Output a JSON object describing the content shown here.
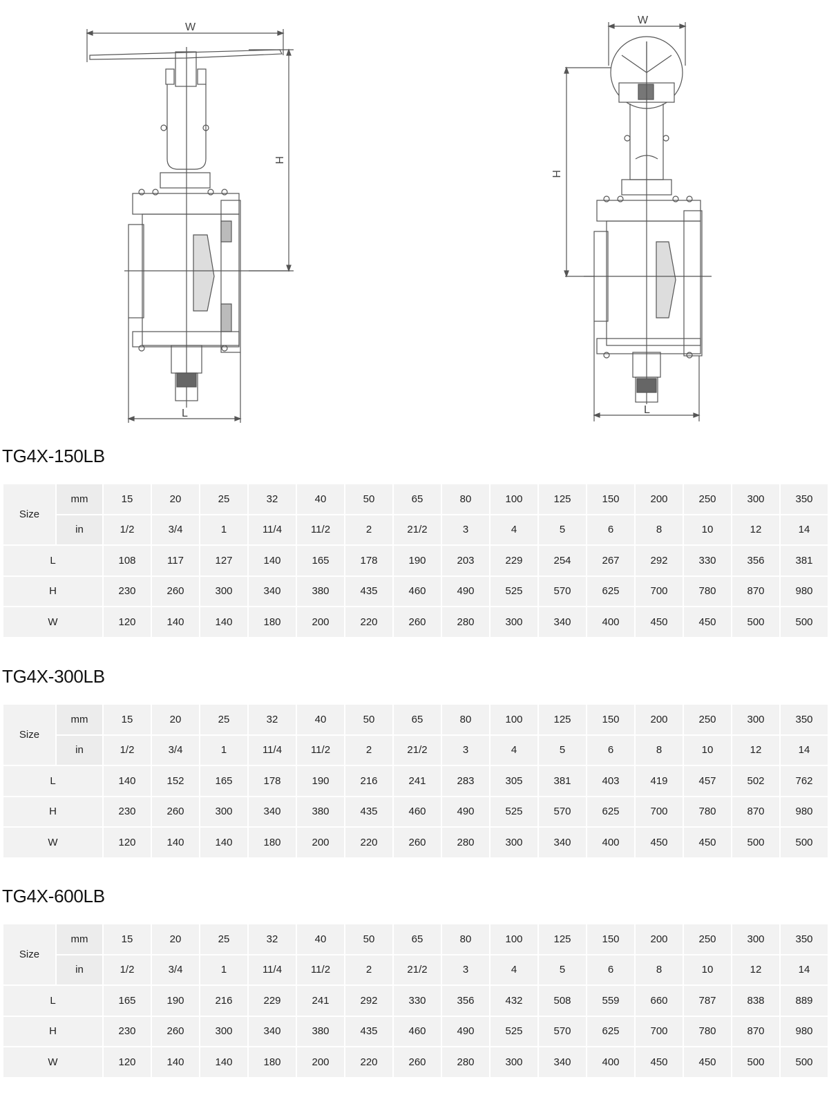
{
  "drawings": {
    "left": {
      "width_label": "W",
      "height_label": "H",
      "length_label": "L",
      "operator": "handwheel"
    },
    "right": {
      "width_label": "W",
      "height_label": "H",
      "length_label": "L",
      "operator": "gear-handwheel"
    }
  },
  "tables": [
    {
      "title": "TG4X-150LB",
      "size_label": "Size",
      "mm_label": "mm",
      "in_label": "in",
      "mm": [
        "15",
        "20",
        "25",
        "32",
        "40",
        "50",
        "65",
        "80",
        "100",
        "125",
        "150",
        "200",
        "250",
        "300",
        "350"
      ],
      "in": [
        "1/2",
        "3/4",
        "1",
        "11/4",
        "11/2",
        "2",
        "21/2",
        "3",
        "4",
        "5",
        "6",
        "8",
        "10",
        "12",
        "14"
      ],
      "rows": [
        {
          "label": "L",
          "values": [
            "108",
            "117",
            "127",
            "140",
            "165",
            "178",
            "190",
            "203",
            "229",
            "254",
            "267",
            "292",
            "330",
            "356",
            "381"
          ]
        },
        {
          "label": "H",
          "values": [
            "230",
            "260",
            "300",
            "340",
            "380",
            "435",
            "460",
            "490",
            "525",
            "570",
            "625",
            "700",
            "780",
            "870",
            "980"
          ]
        },
        {
          "label": "W",
          "values": [
            "120",
            "140",
            "140",
            "180",
            "200",
            "220",
            "260",
            "280",
            "300",
            "340",
            "400",
            "450",
            "450",
            "500",
            "500"
          ]
        }
      ]
    },
    {
      "title": "TG4X-300LB",
      "size_label": "Size",
      "mm_label": "mm",
      "in_label": "in",
      "mm": [
        "15",
        "20",
        "25",
        "32",
        "40",
        "50",
        "65",
        "80",
        "100",
        "125",
        "150",
        "200",
        "250",
        "300",
        "350"
      ],
      "in": [
        "1/2",
        "3/4",
        "1",
        "11/4",
        "11/2",
        "2",
        "21/2",
        "3",
        "4",
        "5",
        "6",
        "8",
        "10",
        "12",
        "14"
      ],
      "rows": [
        {
          "label": "L",
          "values": [
            "140",
            "152",
            "165",
            "178",
            "190",
            "216",
            "241",
            "283",
            "305",
            "381",
            "403",
            "419",
            "457",
            "502",
            "762"
          ]
        },
        {
          "label": "H",
          "values": [
            "230",
            "260",
            "300",
            "340",
            "380",
            "435",
            "460",
            "490",
            "525",
            "570",
            "625",
            "700",
            "780",
            "870",
            "980"
          ]
        },
        {
          "label": "W",
          "values": [
            "120",
            "140",
            "140",
            "180",
            "200",
            "220",
            "260",
            "280",
            "300",
            "340",
            "400",
            "450",
            "450",
            "500",
            "500"
          ]
        }
      ]
    },
    {
      "title": "TG4X-600LB",
      "size_label": "Size",
      "mm_label": "mm",
      "in_label": "in",
      "mm": [
        "15",
        "20",
        "25",
        "32",
        "40",
        "50",
        "65",
        "80",
        "100",
        "125",
        "150",
        "200",
        "250",
        "300",
        "350"
      ],
      "in": [
        "1/2",
        "3/4",
        "1",
        "11/4",
        "11/2",
        "2",
        "21/2",
        "3",
        "4",
        "5",
        "6",
        "8",
        "10",
        "12",
        "14"
      ],
      "rows": [
        {
          "label": "L",
          "values": [
            "165",
            "190",
            "216",
            "229",
            "241",
            "292",
            "330",
            "356",
            "432",
            "508",
            "559",
            "660",
            "787",
            "838",
            "889"
          ]
        },
        {
          "label": "H",
          "values": [
            "230",
            "260",
            "300",
            "340",
            "380",
            "435",
            "460",
            "490",
            "525",
            "570",
            "625",
            "700",
            "780",
            "870",
            "980"
          ]
        },
        {
          "label": "W",
          "values": [
            "120",
            "140",
            "140",
            "180",
            "200",
            "220",
            "260",
            "280",
            "300",
            "340",
            "400",
            "450",
            "450",
            "500",
            "500"
          ]
        }
      ]
    }
  ]
}
